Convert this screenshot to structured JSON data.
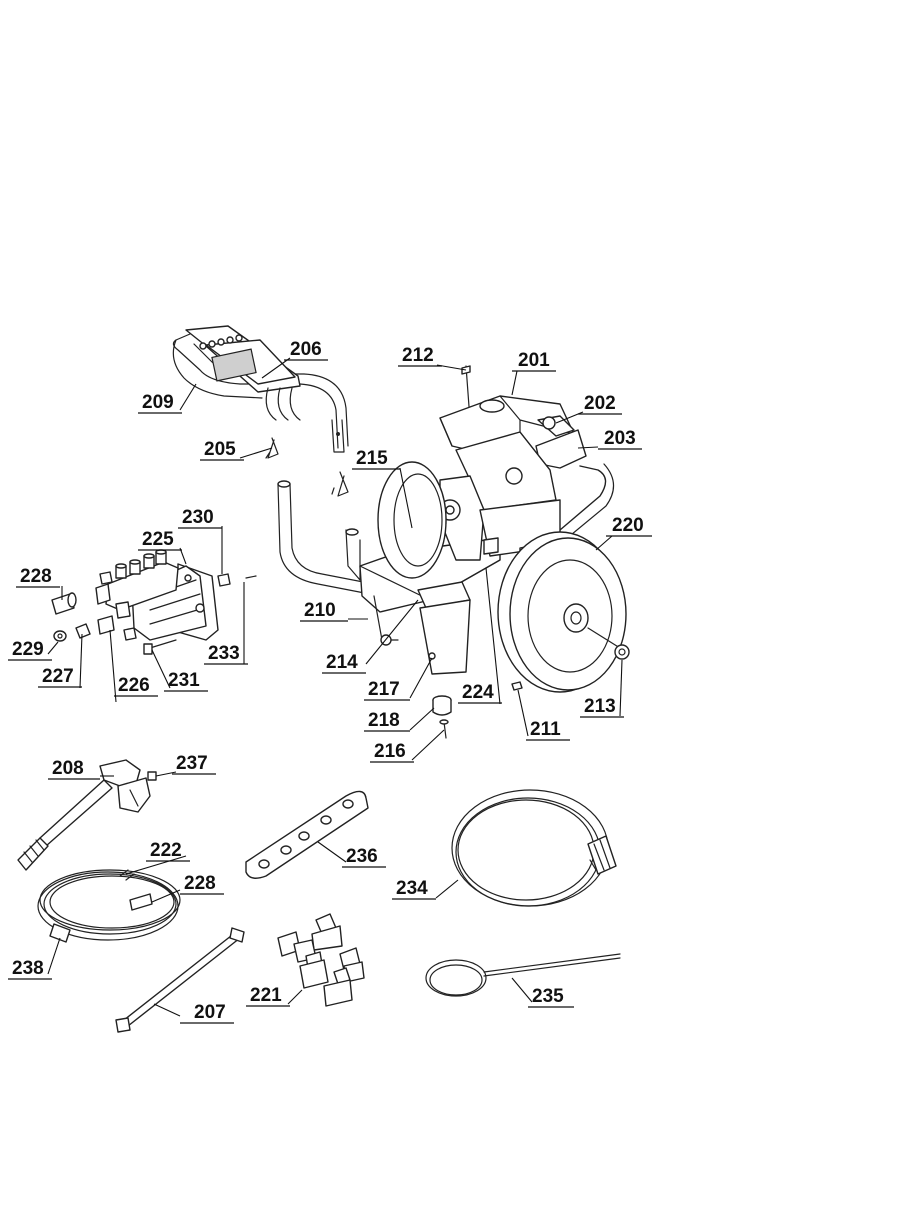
{
  "callouts": {
    "c201": "201",
    "c202": "202",
    "c203": "203",
    "c205": "205",
    "c206": "206",
    "c207": "207",
    "c208": "208",
    "c209": "209",
    "c210": "210",
    "c211": "211",
    "c212": "212",
    "c213": "213",
    "c214": "214",
    "c215": "215",
    "c216": "216",
    "c217": "217",
    "c218": "218",
    "c220": "220",
    "c221": "221",
    "c222": "222",
    "c224": "224",
    "c225": "225",
    "c226": "226",
    "c227": "227",
    "c228a": "228",
    "c228b": "228",
    "c229": "229",
    "c230": "230",
    "c231": "231",
    "c233": "233",
    "c234": "234",
    "c235": "235",
    "c236": "236",
    "c237": "237",
    "c238": "238"
  }
}
